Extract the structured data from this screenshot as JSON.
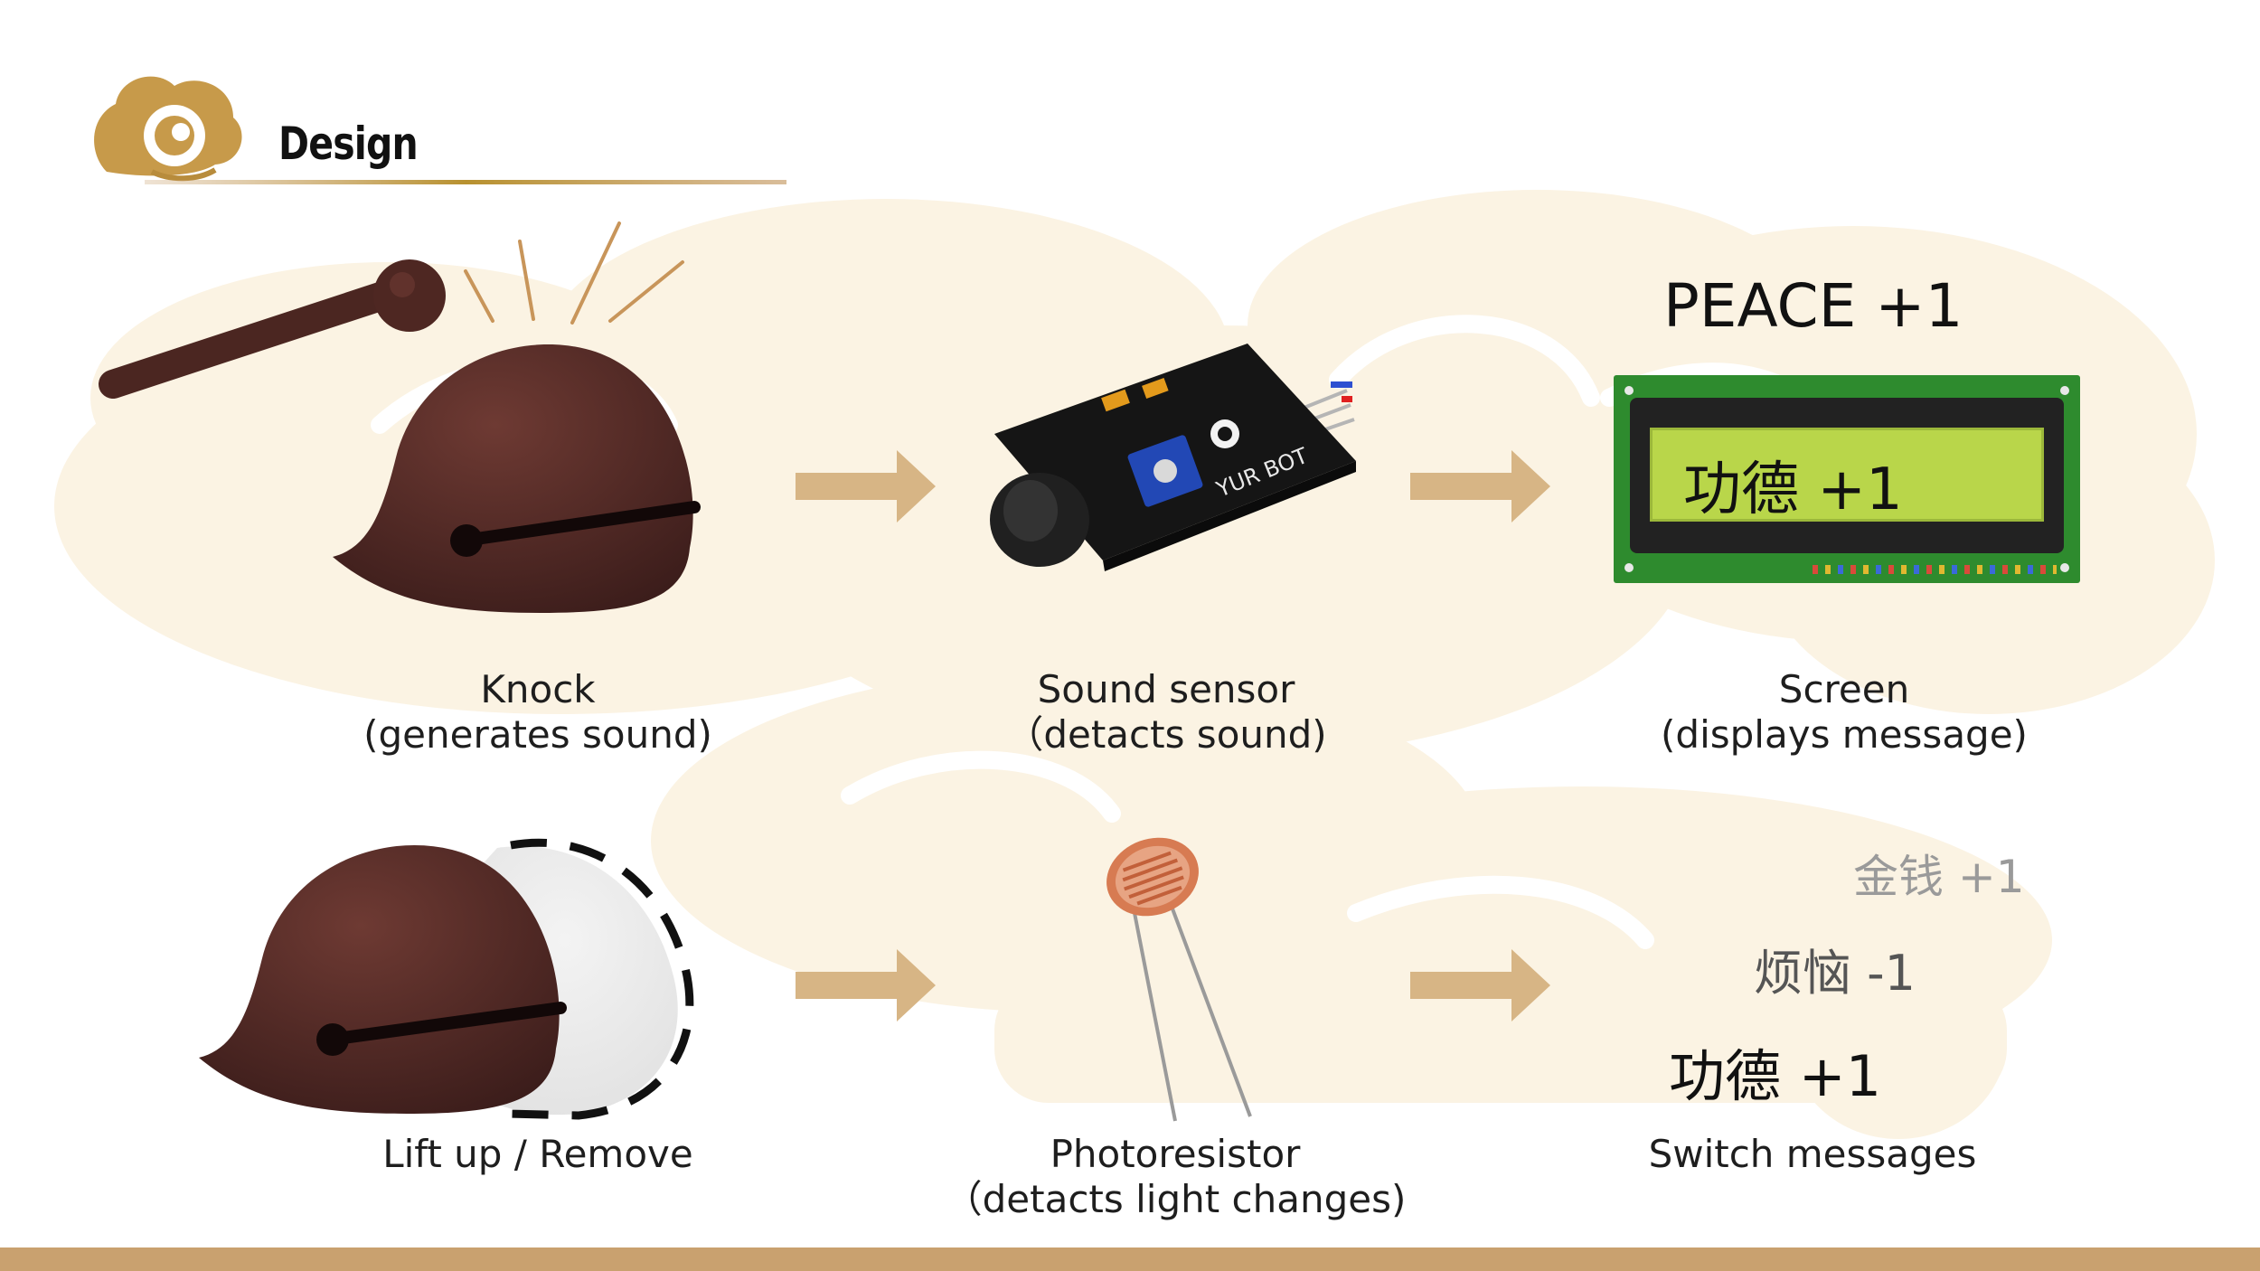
{
  "header": {
    "title": "Design"
  },
  "row1": {
    "knock": {
      "line1": "Knock",
      "line2": "(generates sound)"
    },
    "sensor": {
      "line1": "Sound sensor",
      "line2": "（detacts sound)"
    },
    "screen": {
      "line1": "Screen",
      "line2": "(displays message)",
      "top_text": "PEACE +1",
      "lcd_text": "功德 +1"
    }
  },
  "row2": {
    "lift": {
      "line1": "Lift up / Remove"
    },
    "photo": {
      "line1": "Photoresistor",
      "line2": "（detacts light changes)"
    },
    "messages": {
      "items": [
        "金钱 +1",
        "烦恼 -1",
        "功德 +1"
      ],
      "caption": "Switch messages"
    }
  },
  "colors": {
    "accent_gold": "#c9a16f",
    "cloud": "#fbf3e3",
    "arrow": "#d7b585",
    "lcd_green": "#b9d64a",
    "board_green": "#2e8b2e"
  },
  "icons": [
    "cloud-logo-icon",
    "mallet-icon",
    "wooden-fish-icon",
    "sound-sensor-icon",
    "lcd-screen-icon",
    "photoresistor-icon",
    "arrow-right-icon"
  ]
}
